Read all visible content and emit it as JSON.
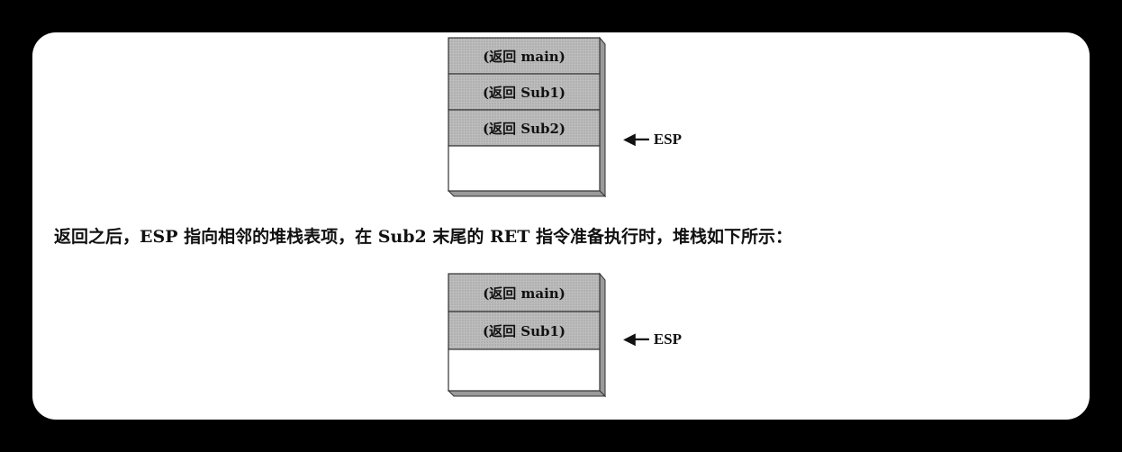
{
  "diagram_top": {
    "cells": [
      "(返回 main)",
      "(返回 Sub1)",
      "(返回 Sub2)",
      ""
    ],
    "esp_label": "ESP"
  },
  "caption": "返回之后，ESP 指向相邻的堆栈表项，在 Sub2 末尾的 RET 指令准备执行时，堆栈如下所示：",
  "diagram_bottom": {
    "cells": [
      "(返回 main)",
      "(返回 Sub1)",
      ""
    ],
    "esp_label": "ESP"
  },
  "colors": {
    "filled_cell": "#b9b9b9",
    "empty_cell": "#ffffff",
    "side_face": "#9a9a9a",
    "border": "#333333"
  }
}
